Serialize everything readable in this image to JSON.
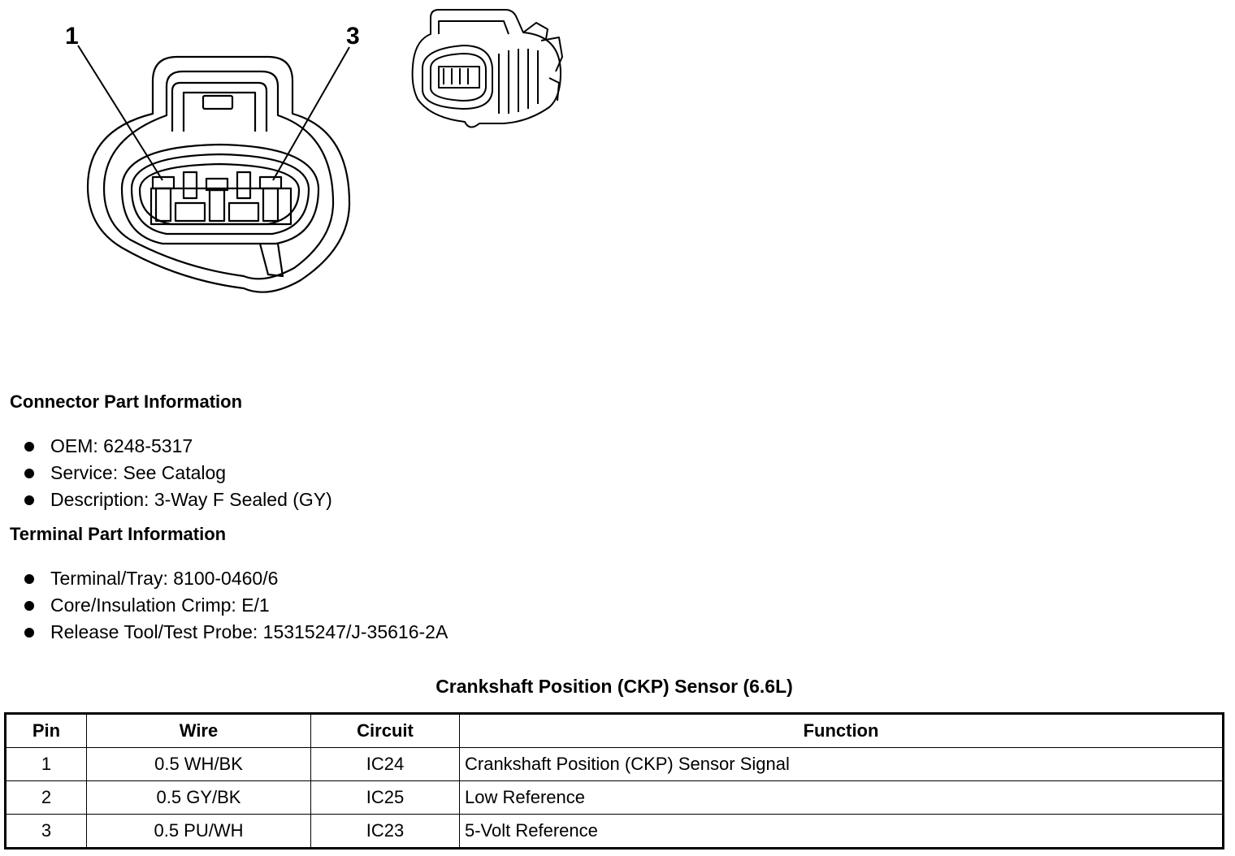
{
  "diagram": {
    "callouts": [
      "1",
      "3"
    ]
  },
  "connector_info": {
    "heading": "Connector Part Information",
    "items": [
      "OEM: 6248-5317",
      "Service: See Catalog",
      "Description: 3-Way F Sealed (GY)"
    ]
  },
  "terminal_info": {
    "heading": "Terminal Part Information",
    "items": [
      "Terminal/Tray: 8100-0460/6",
      "Core/Insulation Crimp: E/1",
      "Release Tool/Test Probe: 15315247/J-35616-2A"
    ]
  },
  "table": {
    "title": "Crankshaft Position (CKP) Sensor (6.6L)",
    "headers": [
      "Pin",
      "Wire",
      "Circuit",
      "Function"
    ],
    "rows": [
      [
        "1",
        "0.5 WH/BK",
        "IC24",
        "Crankshaft Position (CKP) Sensor Signal"
      ],
      [
        "2",
        "0.5 GY/BK",
        "IC25",
        "Low Reference"
      ],
      [
        "3",
        "0.5 PU/WH",
        "IC23",
        "5-Volt Reference"
      ]
    ]
  }
}
